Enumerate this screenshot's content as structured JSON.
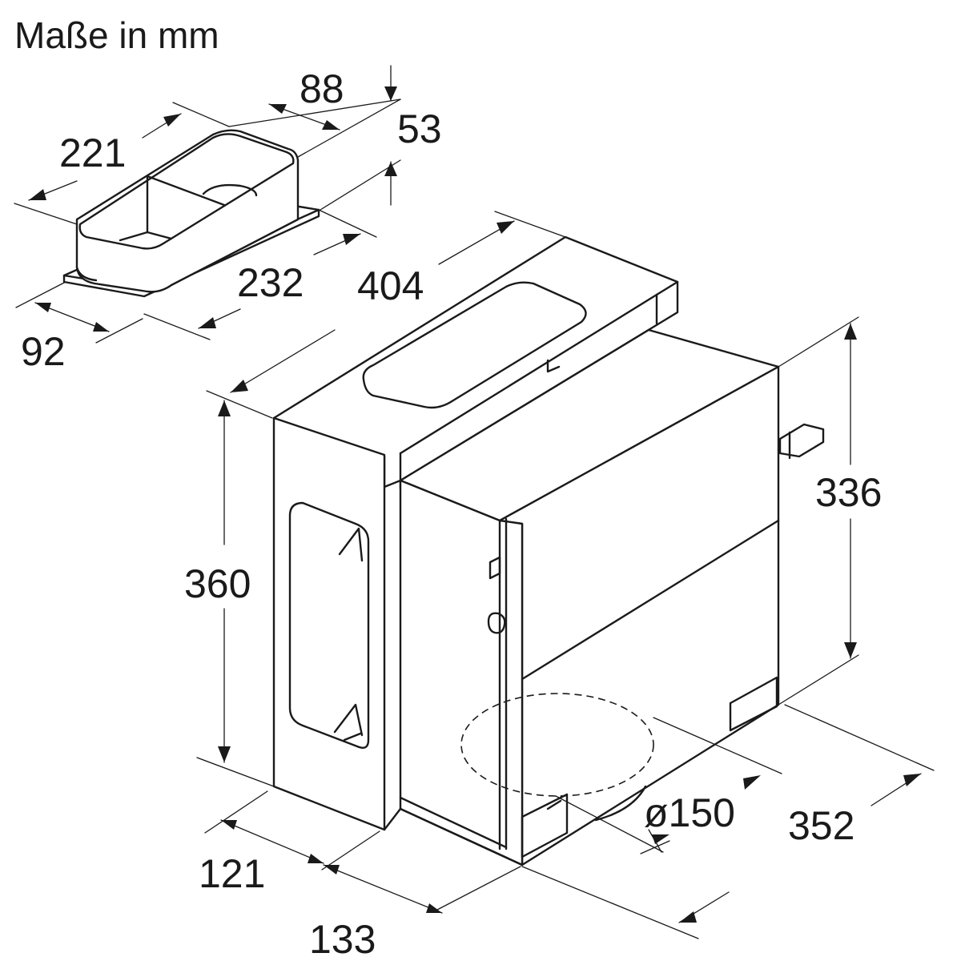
{
  "title": "Maße in mm",
  "dimensions": {
    "d88": "88",
    "d53": "53",
    "d221": "221",
    "d232": "232",
    "d92": "92",
    "d404": "404",
    "d336": "336",
    "d360": "360",
    "d150": "ø150",
    "d352": "352",
    "d121": "121",
    "d133": "133"
  },
  "colors": {
    "line": "#1a1a1a",
    "background": "#ffffff"
  }
}
